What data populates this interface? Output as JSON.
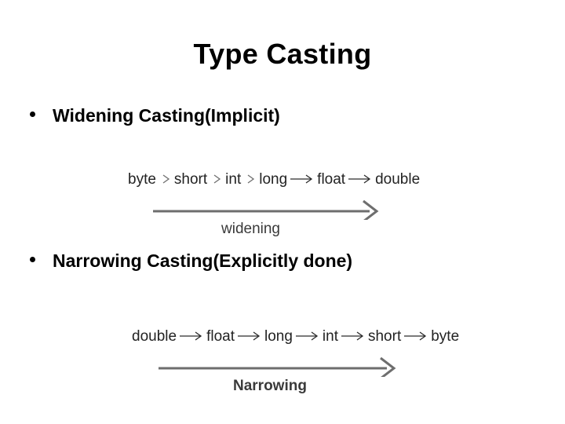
{
  "slide": {
    "title": "Type Casting",
    "background_color": "#ffffff",
    "title_color": "#000000"
  },
  "bullets": [
    {
      "text": "Widening Casting(Implicit)"
    },
    {
      "text": "Narrowing Casting(Explicitly done)"
    }
  ],
  "diagrams": [
    {
      "name": "widening",
      "chain": [
        "byte",
        "short",
        "int",
        "long",
        "float",
        "double"
      ],
      "arrow_label": "widening",
      "arrow_color": "#6e6e6e",
      "text_color": "#232323"
    },
    {
      "name": "narrowing",
      "chain": [
        "double",
        "float",
        "long",
        "int",
        "short",
        "byte"
      ],
      "arrow_label": "Narrowing",
      "arrow_color": "#6e6e6e",
      "text_color": "#232323"
    }
  ]
}
